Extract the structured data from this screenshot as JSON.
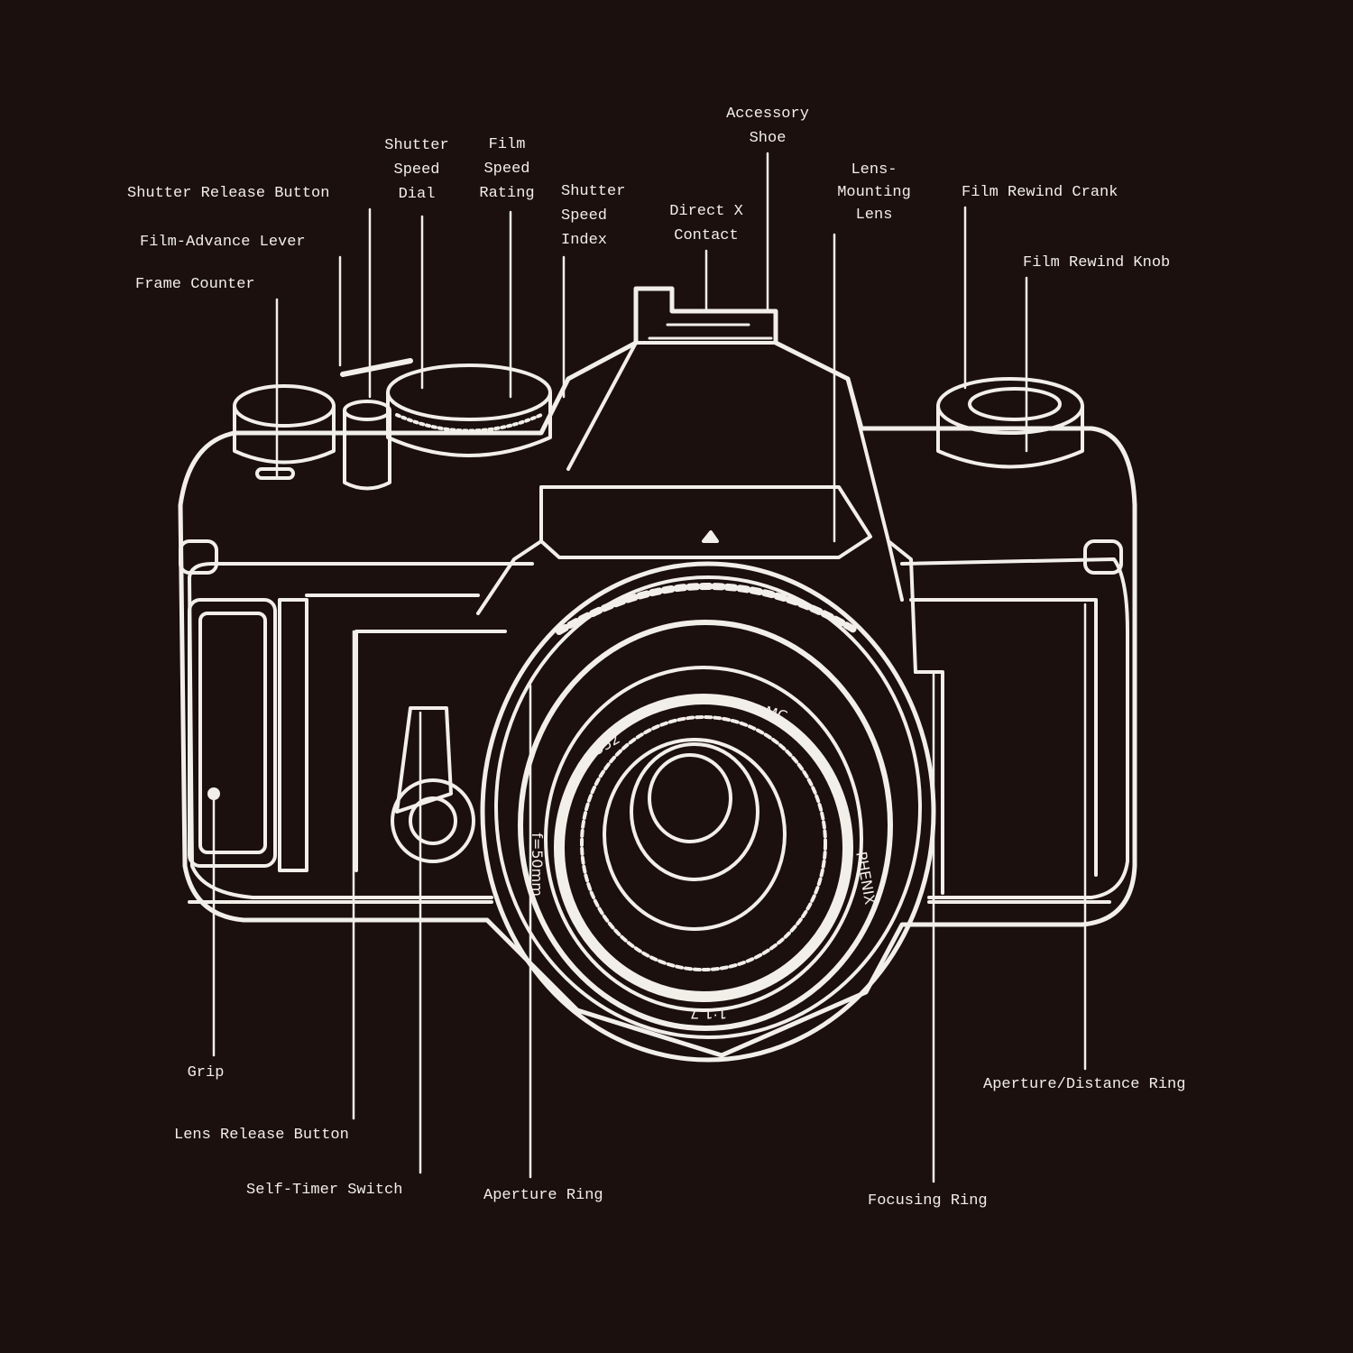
{
  "labels": {
    "shutter_release_button": "Shutter Release Button",
    "film_advance_lever": "Film-Advance Lever",
    "frame_counter": "Frame Counter",
    "shutter_speed_dial": [
      "Shutter",
      "Speed",
      "Dial"
    ],
    "film_speed_rating": [
      "Film",
      "Speed",
      "Rating"
    ],
    "shutter_speed_index": [
      "Shutter",
      "Speed",
      "Index"
    ],
    "direct_x_contact": [
      "Direct X",
      "Contact"
    ],
    "accessory_shoe": [
      "Accessory",
      "Shoe"
    ],
    "lens_mounting_lens": [
      "Lens-",
      "Mounting",
      "Lens"
    ],
    "film_rewind_crank": "Film Rewind Crank",
    "film_rewind_knob": "Film Rewind Knob",
    "grip": "Grip",
    "lens_release_button": "Lens Release Button",
    "self_timer_switch": "Self-Timer Switch",
    "aperture_ring": "Aperture Ring",
    "focusing_ring": "Focusing Ring",
    "aperture_distance_ring": "Aperture/Distance Ring"
  },
  "lens_markings": {
    "diameter": "Ø52",
    "coating": "MC",
    "brand": "PHENIX",
    "aperture": "1:1.7",
    "focal": "f=50mm"
  },
  "colors": {
    "background": "#1b100e",
    "ink": "#f2eee8"
  }
}
